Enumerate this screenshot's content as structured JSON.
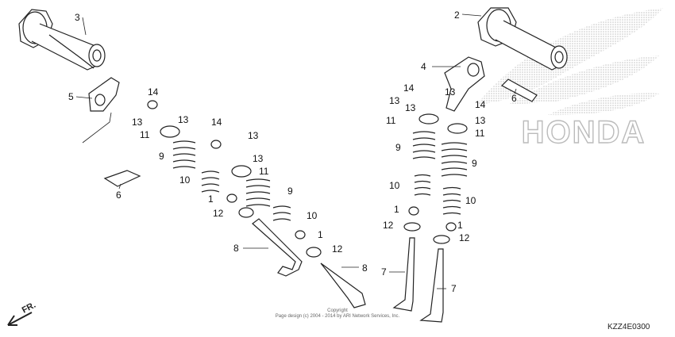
{
  "diagram": {
    "part_callouts": [
      "1",
      "2",
      "3",
      "4",
      "5",
      "6",
      "7",
      "8",
      "9",
      "10",
      "11",
      "12",
      "13",
      "14"
    ],
    "direction_label": "FR.",
    "watermark_text": "HONDA",
    "copyright_line1": "Copyright",
    "copyright_line2": "Page design (c) 2004 - 2014 by ARI Network Services, Inc.",
    "diagram_code": "KZZ4E0300"
  },
  "colors": {
    "line": "#222222",
    "watermark": "#c8c8c8",
    "fill": "#ffffff"
  }
}
